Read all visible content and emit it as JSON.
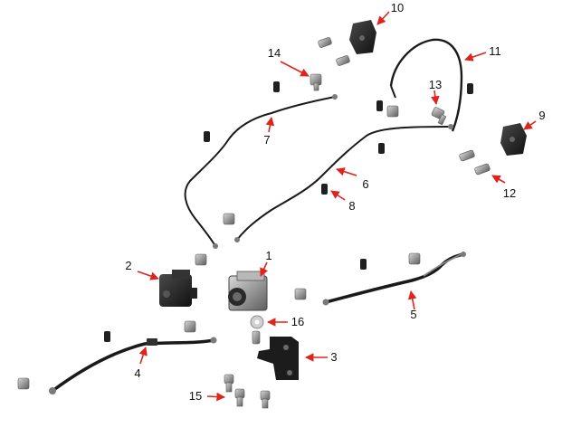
{
  "callouts": [
    {
      "id": "1",
      "text": "1"
    },
    {
      "id": "2",
      "text": "2"
    },
    {
      "id": "3",
      "text": "3"
    },
    {
      "id": "4",
      "text": "4"
    },
    {
      "id": "5",
      "text": "5"
    },
    {
      "id": "6",
      "text": "6"
    },
    {
      "id": "7",
      "text": "7"
    },
    {
      "id": "8",
      "text": "8"
    },
    {
      "id": "9",
      "text": "9"
    },
    {
      "id": "10",
      "text": "10"
    },
    {
      "id": "11",
      "text": "11"
    },
    {
      "id": "12",
      "text": "12"
    },
    {
      "id": "13",
      "text": "13"
    },
    {
      "id": "14",
      "text": "14"
    },
    {
      "id": "15",
      "text": "15"
    },
    {
      "id": "16",
      "text": "16"
    }
  ],
  "colors": {
    "arrow": "#e0241b",
    "hose": "#1a1a1a",
    "part_dark": "#262626",
    "part_metal": "#9a9a9a",
    "background": "#ffffff"
  }
}
